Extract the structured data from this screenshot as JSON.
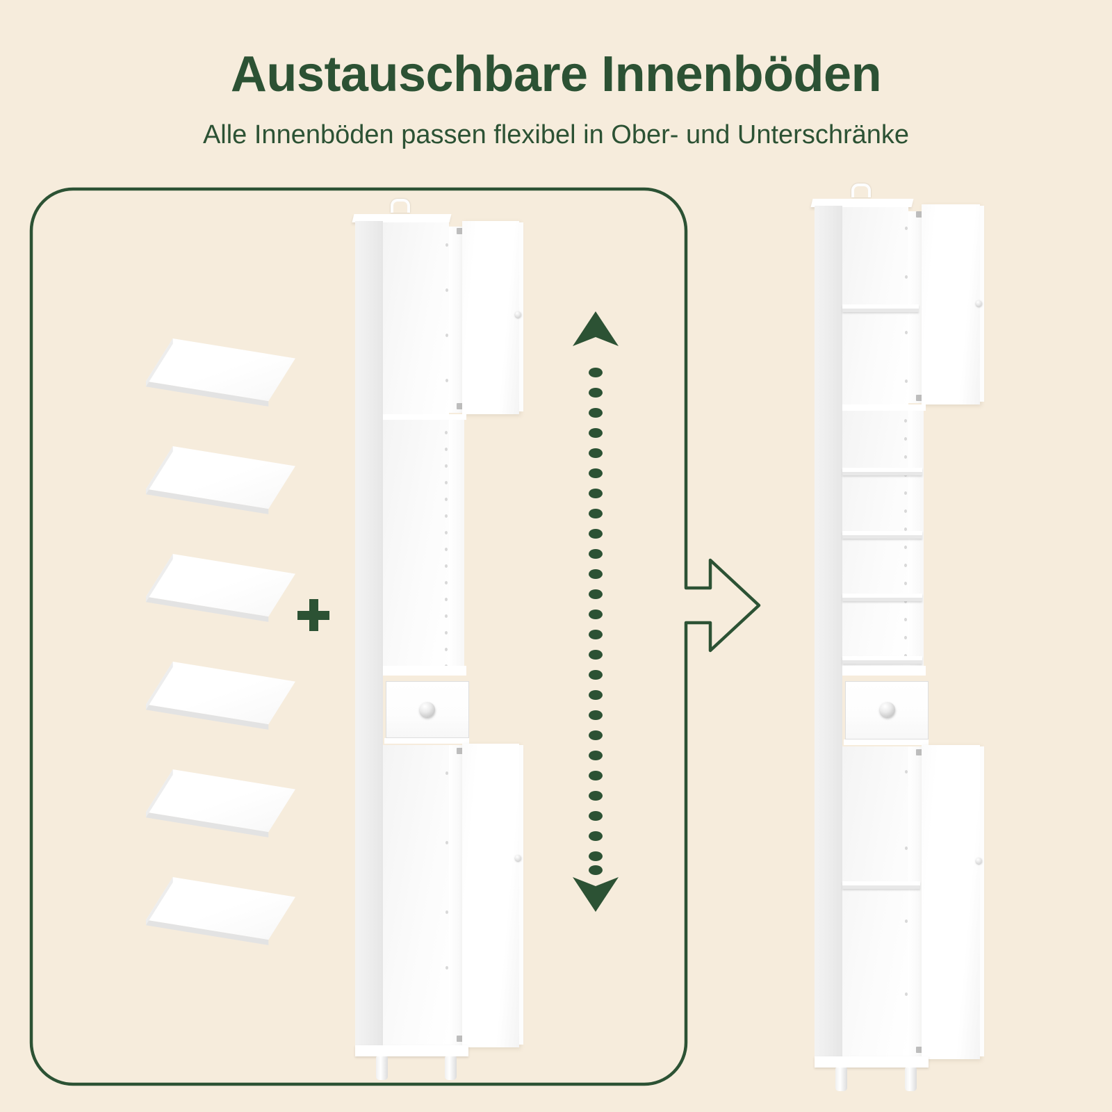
{
  "page": {
    "background_color": "#f6ecdc",
    "accent_color": "#2c5234",
    "product_color": "#ffffff"
  },
  "header": {
    "title": "Austauschbare Innenböden",
    "subtitle": "Alle Innenböden passen flexibel in Ober- und Unterschränke"
  },
  "diagram": {
    "frame": {
      "name": "rounded-callout-frame",
      "stroke_color": "#2c5234"
    },
    "operator": {
      "plus_symbol": "+",
      "name": "plus-operator"
    },
    "result_arrow": {
      "name": "result-arrow-right",
      "direction": "right",
      "stroke_color": "#2c5234"
    },
    "adjust_arrow": {
      "name": "vertical-adjust-arrow",
      "direction": "up-down",
      "style": "dotted",
      "color": "#2c5234",
      "dot_count": 26
    },
    "loose_shelves": {
      "label": "Innenböden",
      "count": 6,
      "positions_y": [
        490,
        645,
        800,
        955,
        1110,
        1265
      ]
    },
    "left_cabinet": {
      "name": "cabinet-without-shelves",
      "description": "Hochschrank ohne eingesetzte Innenböden",
      "doors_open": 2,
      "drawers": 1,
      "installed_shelves": 0
    },
    "right_cabinet": {
      "name": "cabinet-with-shelves",
      "description": "Hochschrank mit eingesetzten Innenböden",
      "doors_open": 2,
      "drawers": 1,
      "installed_shelves": 6
    }
  }
}
